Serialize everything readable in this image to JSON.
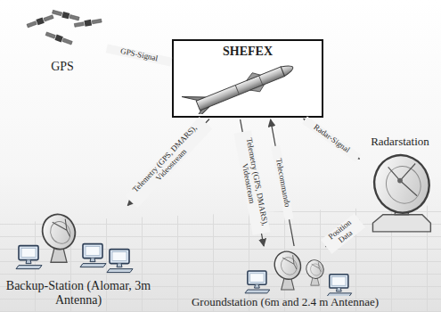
{
  "diagram": {
    "nodes": [
      {
        "text": [
          "GPS"
        ]
      },
      {
        "text": [
          "SHEFEX"
        ]
      },
      {
        "text": [
          "Radarstation"
        ]
      },
      {
        "text": [
          "Backup-Station (Alomar, 3m Antenna)"
        ]
      },
      {
        "text": [
          "Groundstation (6m and 2.4 m Antennae)"
        ]
      }
    ],
    "edges": [
      {
        "from": 0,
        "to": 1,
        "label": "GPS-Signal",
        "arrow": "to"
      },
      {
        "from": 1,
        "to": 3,
        "label": "Telemetry (GPS, DMARS), Videostream",
        "arrow": "to"
      },
      {
        "from": 1,
        "to": 4,
        "label": "Telemetry (GPS, DMARS), Videostream",
        "arrow": "to"
      },
      {
        "from": 4,
        "to": 1,
        "label": "Telecommando",
        "arrow": "to"
      },
      {
        "from": 1,
        "to": 2,
        "label": "Radar-Signal",
        "arrow": "both"
      },
      {
        "from": 2,
        "to": 4,
        "label": "Position Data",
        "arrow": "to"
      }
    ]
  }
}
